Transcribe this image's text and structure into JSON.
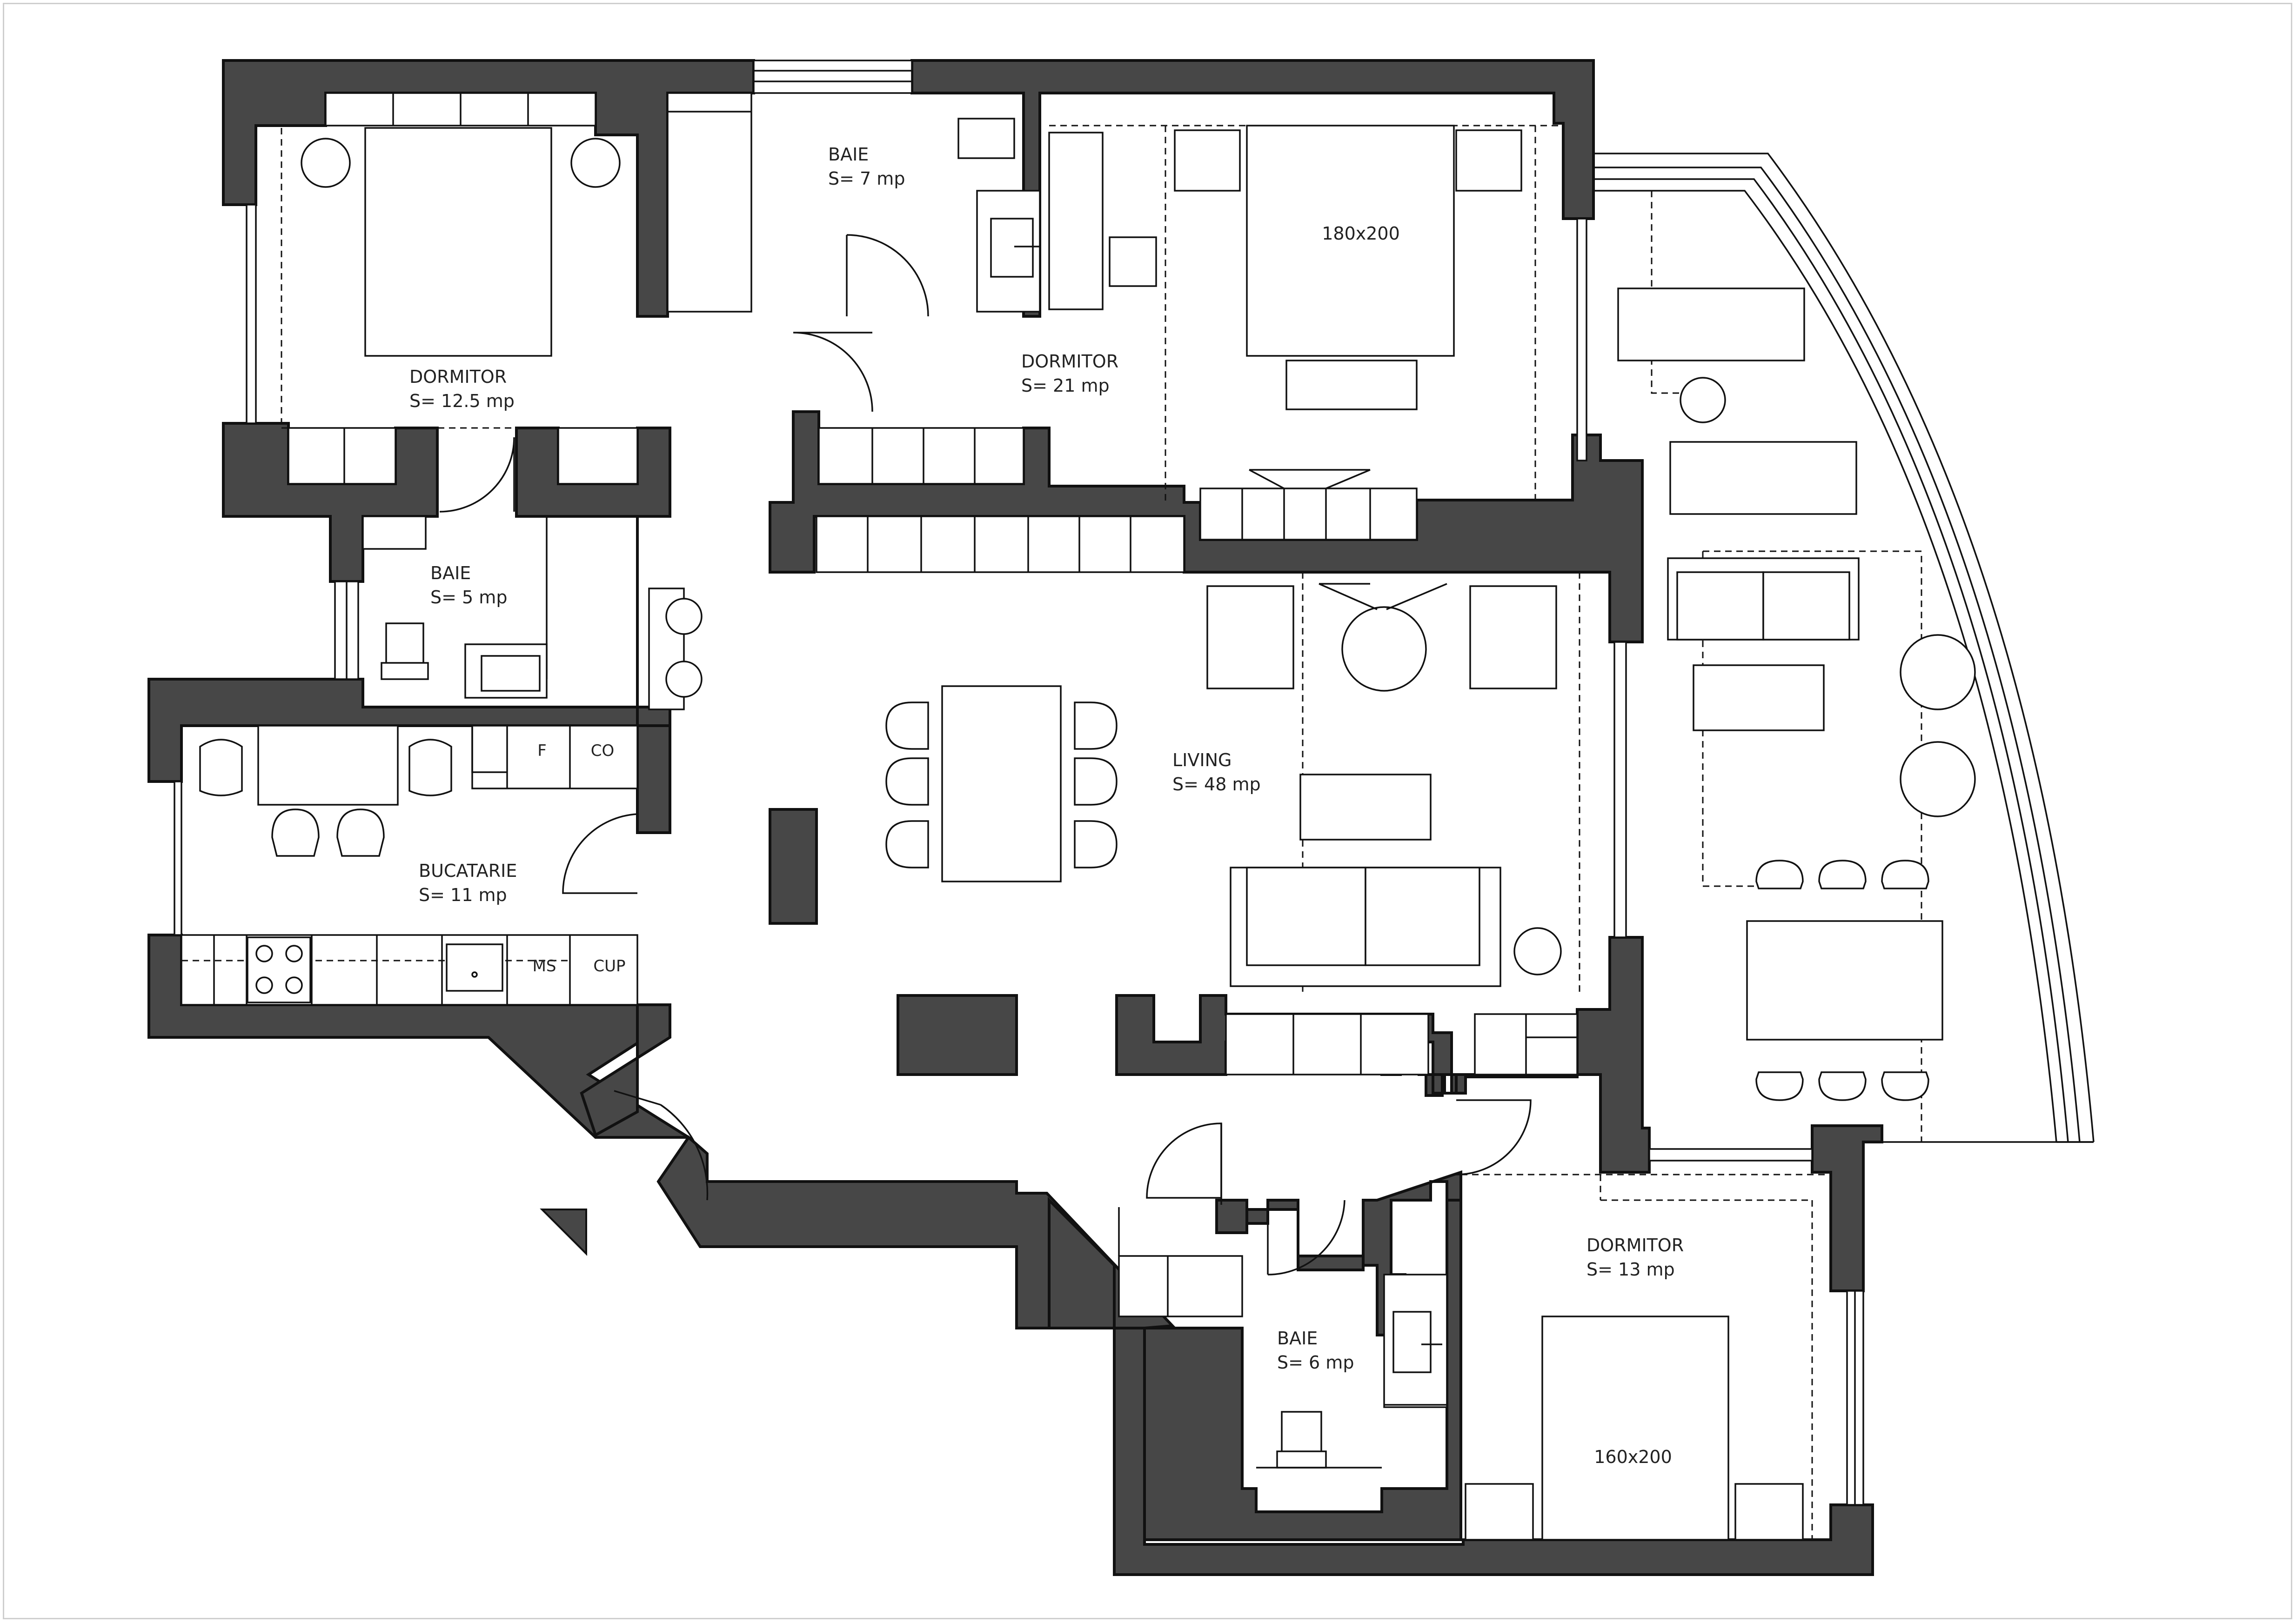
{
  "rooms": [
    {
      "id": "dormitor-nw",
      "name": "DORMITOR",
      "area": "S= 12.5 mp"
    },
    {
      "id": "baie-north",
      "name": "BAIE",
      "area": "S= 7 mp"
    },
    {
      "id": "dormitor-master",
      "name": "DORMITOR",
      "area": "S= 21 mp"
    },
    {
      "id": "baie-west",
      "name": "BAIE",
      "area": "S= 5 mp"
    },
    {
      "id": "bucatarie",
      "name": "BUCATARIE",
      "area": "S= 11 mp"
    },
    {
      "id": "living",
      "name": "LIVING",
      "area": "S= 48 mp"
    },
    {
      "id": "dormitor-se",
      "name": "DORMITOR",
      "area": "S= 13 mp"
    },
    {
      "id": "baie-south",
      "name": "BAIE",
      "area": "S= 6 mp"
    }
  ],
  "fixtures": {
    "bed_master": "180x200",
    "bed_se": "160x200",
    "fridge": "F",
    "oven": "CO",
    "dishwasher": "MS",
    "cupboard": "CUP"
  },
  "colors": {
    "wall_fill": "#474747",
    "line": "#111111",
    "background": "#ffffff",
    "frame": "#cfcfcf"
  }
}
